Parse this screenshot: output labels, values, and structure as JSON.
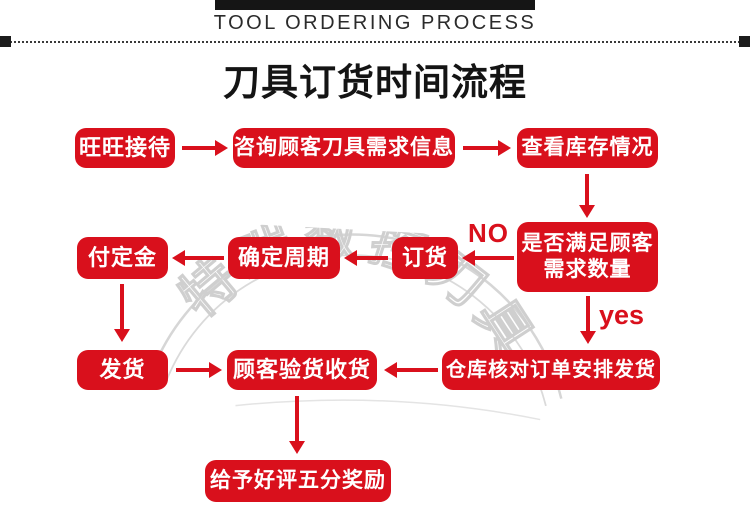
{
  "header": {
    "eyebrow": "TOOL ORDERING PROCESS",
    "title": "刀具订货时间流程"
  },
  "colors": {
    "accent_red": "#d9101c",
    "bar_black": "#151515",
    "text_on_accent": "#ffffff",
    "watermark_gray": "#d2d2d2"
  },
  "flowchart": {
    "nodes": [
      {
        "id": "wangwang-reception",
        "label": "旺旺接待"
      },
      {
        "id": "inquiry-tool-needs",
        "label": "咨询顾客刀具需求信息"
      },
      {
        "id": "check-stock",
        "label": "查看库存情况"
      },
      {
        "id": "meet-demand",
        "line1": "是否满足顾客",
        "line2": "需求数量"
      },
      {
        "id": "place-order",
        "label": "订货"
      },
      {
        "id": "confirm-cycle",
        "label": "确定周期"
      },
      {
        "id": "pay-deposit",
        "label": "付定金"
      },
      {
        "id": "ship-goods",
        "label": "发货"
      },
      {
        "id": "customer-inspect",
        "label": "顾客验货收货"
      },
      {
        "id": "warehouse-arrange",
        "label": "仓库核对订单安排发货"
      },
      {
        "id": "reward-review",
        "label": "给予好评五分奖励"
      }
    ],
    "edge_labels": {
      "no": "NO",
      "yes": "yes"
    }
  },
  "watermark": {
    "text": "特瑞数控刀具"
  }
}
